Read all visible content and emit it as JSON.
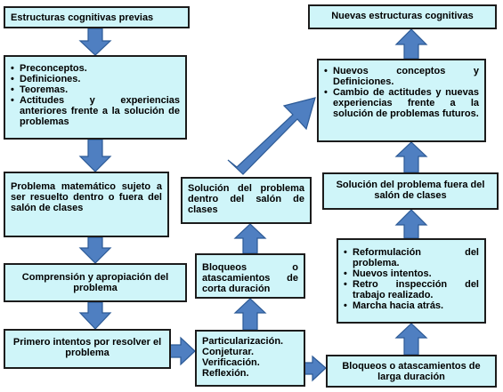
{
  "boxes": {
    "prev_structures": "Estructuras cognitivas previas",
    "preconcepts": [
      "Preconceptos.",
      "Definiciones.",
      "Teoremas.",
      "Actitudes y experiencias anteriores frente a la solución de problemas"
    ],
    "math_problem": "Problema matemático sujeto a ser resuelto dentro o fuera del salón de clases",
    "comprehension": "Comprensión y apropiación del problema",
    "first_attempts": "Primero intentos por resolver el problema",
    "particularization": [
      "Particularización.",
      "Conjeturar.",
      "Verificación.",
      "Reflexión."
    ],
    "short_blocks": "Bloqueos o atascamientos de corta duración",
    "solution_inside": "Solución del problema dentro del salón de clases",
    "long_blocks": "Bloqueos o atascamientos de larga duración",
    "reformulation": [
      "Reformulación del problema.",
      "Nuevos intentos.",
      "Retro inspección del trabajo realizado.",
      "Marcha hacia atrás."
    ],
    "solution_outside": "Solución del problema fuera del salón de clases",
    "new_concepts": [
      "Nuevos conceptos y Definiciones.",
      "Cambio de actitudes y nuevas experiencias frente a la solución de problemas futuros."
    ],
    "new_structures": "Nuevas estructuras cognitivas"
  },
  "colors": {
    "box_fill": "#cff5f9",
    "arrow_fill": "#4f7fc1",
    "border": "#1c1c1c"
  }
}
